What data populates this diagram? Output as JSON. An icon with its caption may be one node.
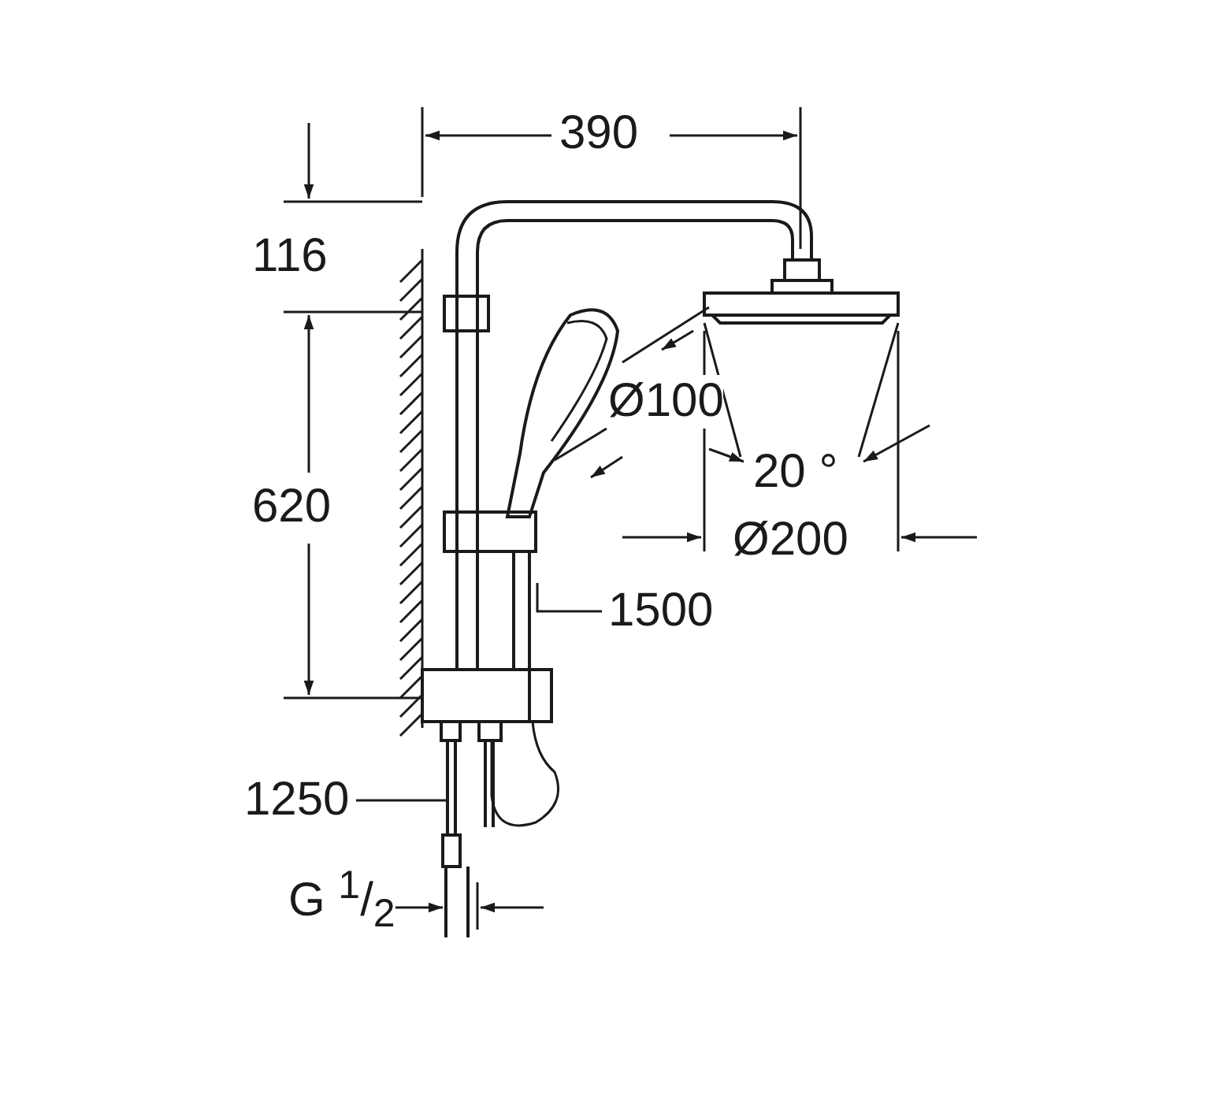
{
  "diagram": {
    "nodes": [
      {
        "text": [
          "1500"
        ]
      },
      {
        "text": [
          "1250"
        ]
      }
    ],
    "edges": [
      {
        "from": 0,
        "to": null,
        "arrow": "none"
      },
      {
        "from": 1,
        "to": null,
        "arrow": "none"
      }
    ],
    "labels": [
      "390",
      "116",
      "620",
      "Ø100",
      "20 °",
      "Ø200",
      "G $^{1}$/$_{2}$"
    ]
  }
}
